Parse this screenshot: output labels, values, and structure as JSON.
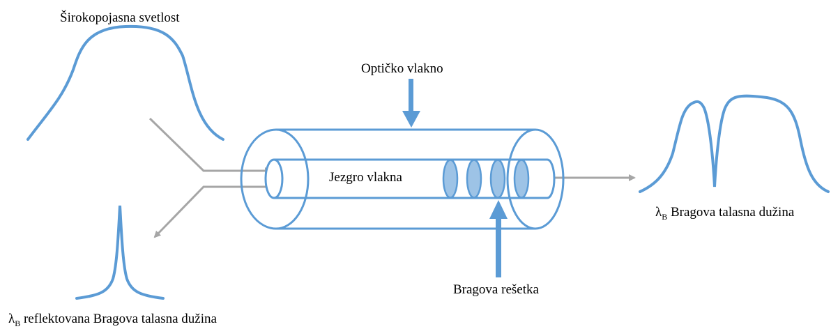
{
  "labels": {
    "broadband_light": "Širokopojasna svetlost",
    "optical_fiber": "Optičko vlakno",
    "fiber_core": "Jezgro vlakna",
    "bragg_grating": "Bragova rešetka",
    "lambda_symbol": "λ",
    "lambda_subscript": "B",
    "transmitted_wavelength": "Bragova talasna dužina",
    "reflected_wavelength": "reflektovana Bragova talasna dužina"
  },
  "colors": {
    "spectrum_line": "#5b9bd5",
    "fiber_outline": "#5b9bd5",
    "grating_fill": "#9dc3e6",
    "flow_arrow": "#a6a6a6",
    "pointer_arrow": "#5b9bd5"
  }
}
